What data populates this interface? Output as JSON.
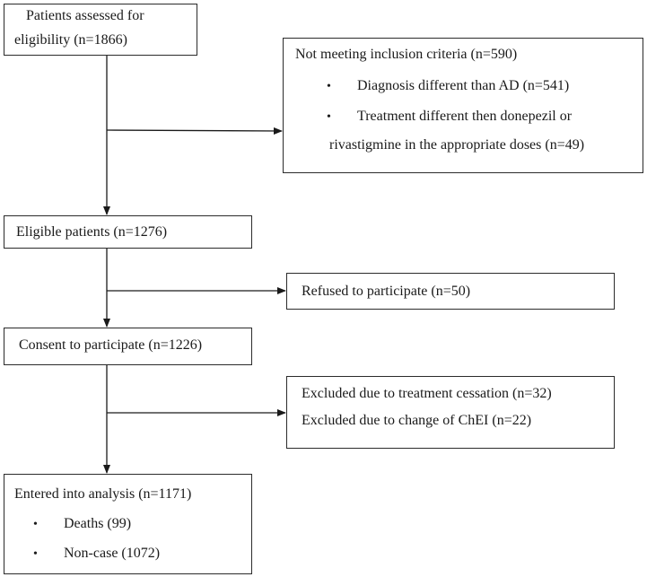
{
  "boxes": {
    "assessed": {
      "line1": "Patients assessed for",
      "line2": "eligibility (n=1866)"
    },
    "not_meeting": {
      "title": "Not meeting inclusion criteria (n=590)",
      "bullets": [
        "Diagnosis different than AD (n=541)",
        "Treatment different then donepezil or"
      ],
      "continuation": "rivastigmine in the appropriate doses (n=49)"
    },
    "eligible": {
      "label": "Eligible patients (n=1276)"
    },
    "refused": {
      "label": "Refused to participate (n=50)"
    },
    "consent": {
      "label": "Consent to participate (n=1226)"
    },
    "excluded": {
      "line1": "Excluded due to treatment cessation (n=32)",
      "line2": "Excluded due to change of ChEI (n=22)"
    },
    "analysis": {
      "title": "Entered into analysis (n=1171)",
      "bullets": [
        "Deaths (99)",
        "Non-case (1072)"
      ]
    }
  },
  "bullet_glyph": "•",
  "colors": {
    "border": "#2b2b2b",
    "arrow": "#1a1a1a",
    "text": "#1a1a1a"
  }
}
